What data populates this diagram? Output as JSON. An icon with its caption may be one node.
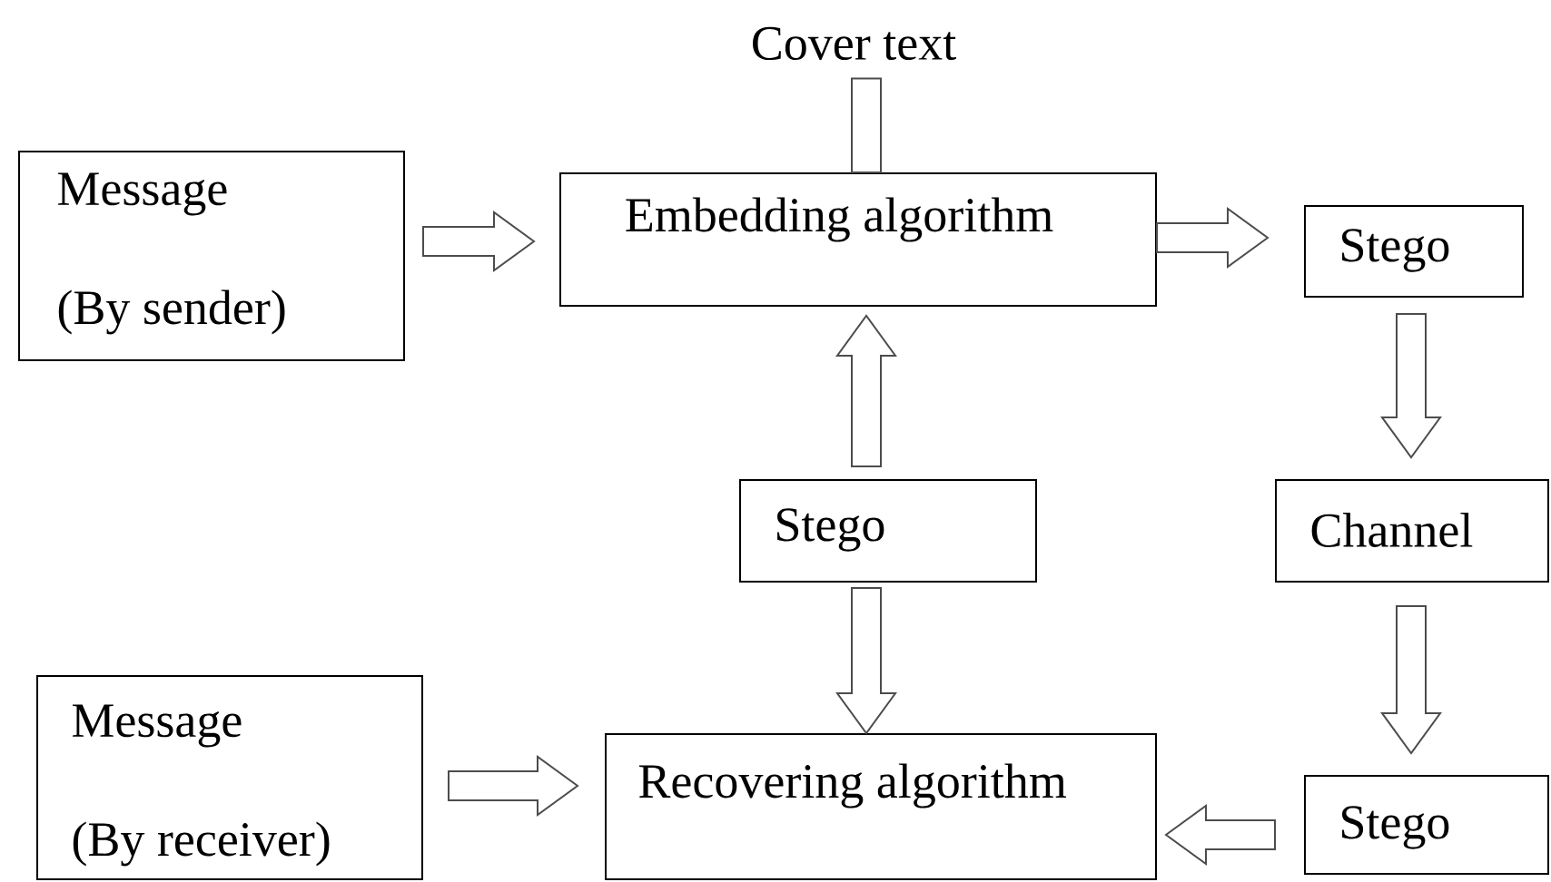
{
  "diagram": {
    "nodes": [
      {
        "text": [
          "Message",
          "(By sender)"
        ]
      },
      {
        "text": [
          "Cover text"
        ]
      },
      {
        "text": [
          "Embedding algorithm"
        ]
      },
      {
        "text": [
          "Stego"
        ]
      },
      {
        "text": [
          "Stego"
        ]
      },
      {
        "text": [
          "Channel"
        ]
      },
      {
        "text": [
          "Message",
          "(By receiver)"
        ]
      },
      {
        "text": [
          "Recovering algorithm"
        ]
      },
      {
        "text": [
          "Stego"
        ]
      }
    ],
    "edges": [
      {
        "from": 0,
        "to": 2,
        "arrow": "to"
      },
      {
        "from": 1,
        "to": 2,
        "arrow": "none"
      },
      {
        "from": 2,
        "to": 3,
        "arrow": "to"
      },
      {
        "from": 4,
        "to": 2,
        "arrow": "to"
      },
      {
        "from": 3,
        "to": 5,
        "arrow": "to"
      },
      {
        "from": 5,
        "to": 8,
        "arrow": "to"
      },
      {
        "from": 4,
        "to": 7,
        "arrow": "to"
      },
      {
        "from": 6,
        "to": 7,
        "arrow": "to"
      },
      {
        "from": 8,
        "to": 7,
        "arrow": "to"
      }
    ]
  }
}
